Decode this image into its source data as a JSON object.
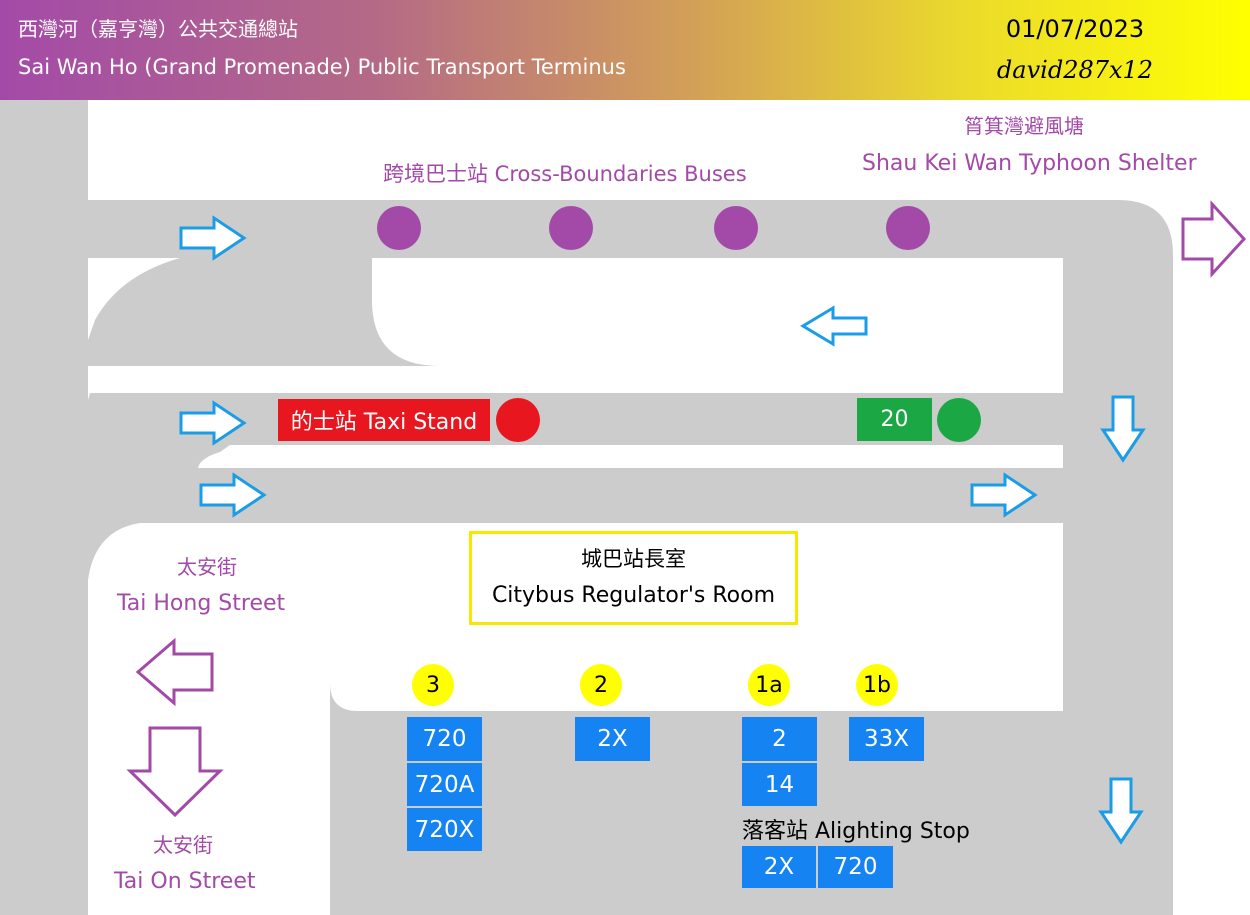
{
  "header": {
    "title_zh": "西灣河（嘉亨灣）公共交通總站",
    "title_en": "Sai Wan Ho (Grand Promenade) Public Transport Terminus",
    "date": "01/07/2023",
    "author": "david287x12"
  },
  "landmarks": {
    "typhoon_shelter_zh": "筲箕灣避風塘",
    "typhoon_shelter_en": "Shau Kei Wan Typhoon Shelter",
    "cross_boundary": "跨境巴士站 Cross-Boundaries Buses",
    "tai_hong_zh": "太安街",
    "tai_hong_en": "Tai Hong Street",
    "tai_on_zh": "太安街",
    "tai_on_en": "Tai On Street"
  },
  "taxi_stand": {
    "label": "的士站 Taxi Stand"
  },
  "minibus": {
    "label": "20"
  },
  "regulator": {
    "zh": "城巴站長室",
    "en": "Citybus Regulator's Room"
  },
  "bays": [
    {
      "label": "3",
      "routes": [
        "720",
        "720A",
        "720X"
      ]
    },
    {
      "label": "2",
      "routes": [
        "2X"
      ]
    },
    {
      "label": "1a",
      "routes": [
        "2",
        "14"
      ]
    },
    {
      "label": "1b",
      "routes": [
        "33X"
      ]
    }
  ],
  "alighting": {
    "label": "落客站 Alighting Stop",
    "routes": [
      "2X",
      "720"
    ]
  },
  "colors": {
    "road": "#cccccc",
    "purple": "#a34aa8",
    "blue_arrow": "#1a9de6",
    "route_blue": "#1583f2",
    "bay_yellow": "#ffff00",
    "taxi_red": "#e8161e",
    "minibus_green": "#1ba844"
  }
}
